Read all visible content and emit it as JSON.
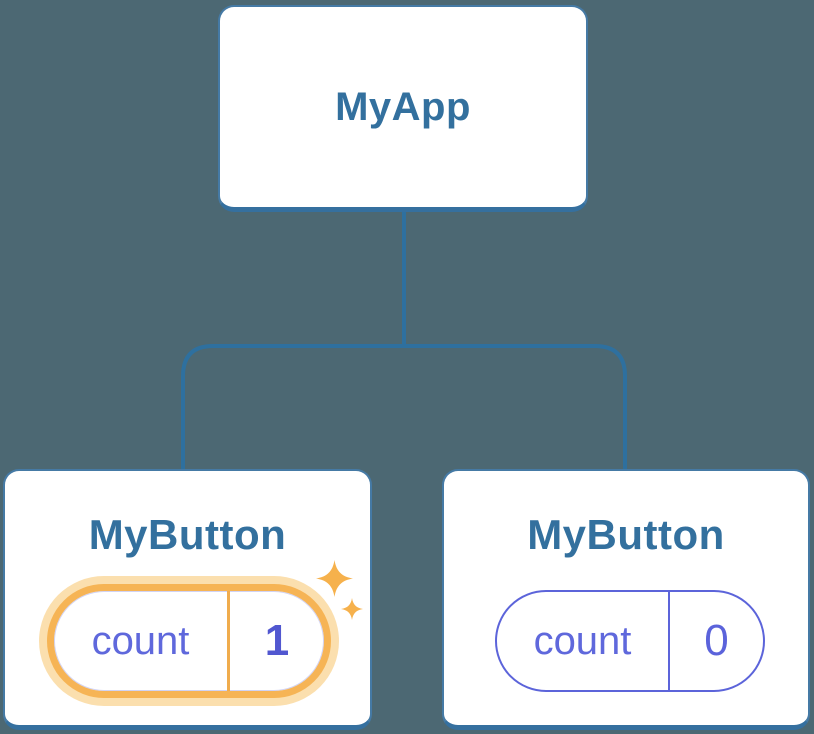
{
  "diagram": {
    "root": {
      "label": "MyApp"
    },
    "children": [
      {
        "label": "MyButton",
        "state_key": "count",
        "state_value": "1",
        "highlighted": true
      },
      {
        "label": "MyButton",
        "state_key": "count",
        "state_value": "0",
        "highlighted": false
      }
    ],
    "colors": {
      "background": "#4c6873",
      "node_fill": "#ffffff",
      "node_border": "#35709f",
      "node_label": "#33709e",
      "connector": "#2e709f",
      "state_text": "#5f68dc",
      "state_border": "#5c64da",
      "highlight_value_text": "#5157d0",
      "highlight_border": "#f6b455",
      "highlight_halo": "#fbdfae",
      "sparkle": "#f6b14c"
    }
  }
}
